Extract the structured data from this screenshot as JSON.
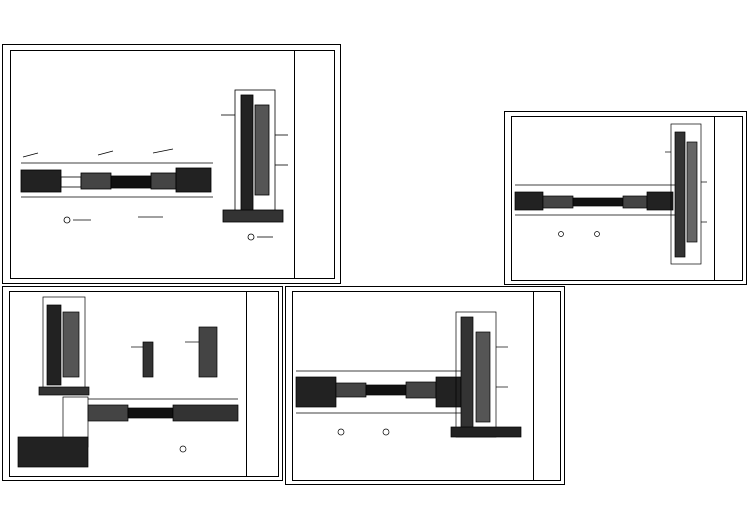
{
  "canvas": {
    "background": "#ffffff",
    "line_color": "#000000"
  },
  "sheets": [
    {
      "id": "sheet-1",
      "content": "window-frame-section-details"
    },
    {
      "id": "sheet-2",
      "content": "window-frame-section-details"
    },
    {
      "id": "sheet-3",
      "content": "window-frame-section-details"
    },
    {
      "id": "sheet-4",
      "content": "window-frame-section-details"
    }
  ]
}
